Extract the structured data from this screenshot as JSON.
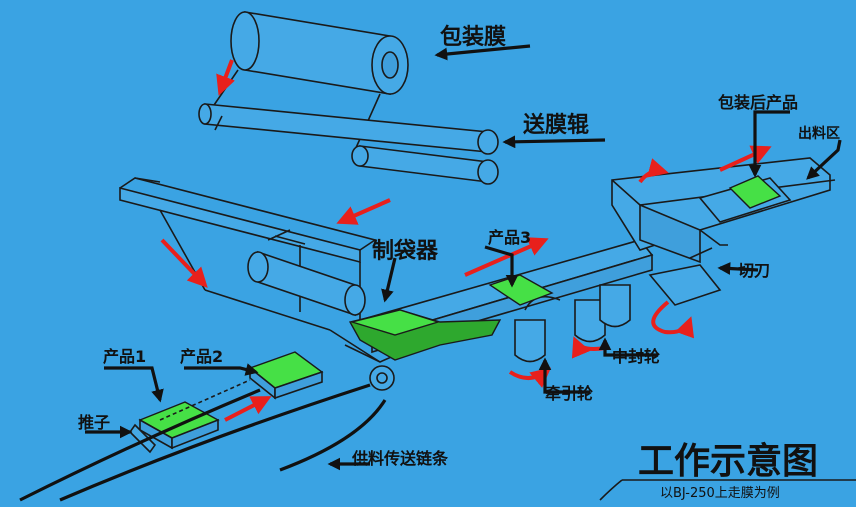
{
  "diagram": {
    "title": "工作示意图",
    "subtitle": "以BJ-250上走膜为例",
    "labels": {
      "film": "包装膜",
      "film_roller": "送膜辊",
      "packed_product": "包装后产品",
      "output_area": "出料区",
      "bag_former": "制袋器",
      "product3": "产品3",
      "cutter": "切刀",
      "middle_seal": "中封轮",
      "traction": "牵引轮",
      "product1": "产品1",
      "product2": "产品2",
      "pusher": "推子",
      "feed_chain": "供料传送链条"
    },
    "colors": {
      "background": "#3aa3e3",
      "product": "#46e046",
      "arrow": "#e8201c",
      "line": "#1a1a1a"
    }
  }
}
